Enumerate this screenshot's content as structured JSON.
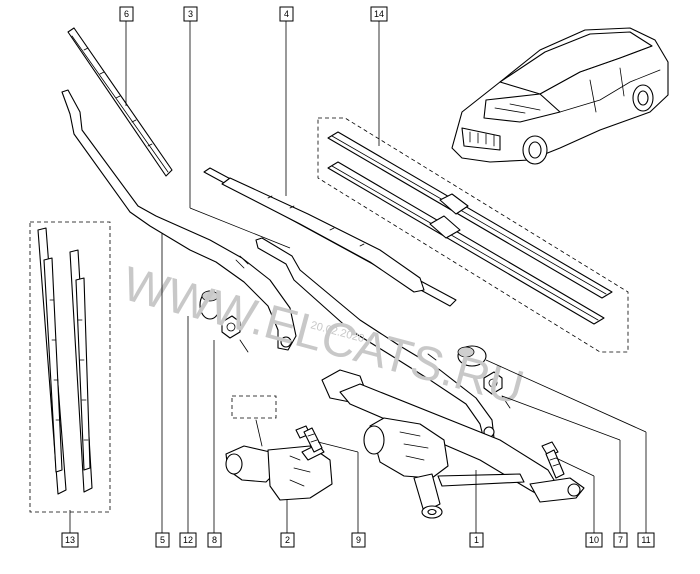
{
  "watermark": {
    "site": "WWW.ELCATS.RU",
    "date": "20.02.2020"
  },
  "callouts": {
    "top": [
      "6",
      "3",
      "4",
      "14"
    ],
    "bottom": [
      "13",
      "5",
      "12",
      "8",
      "2",
      "9",
      "1",
      "10",
      "7",
      "11"
    ]
  },
  "colors": {
    "line": "#000000",
    "watermark": "#c8c8c8",
    "background": "#ffffff"
  }
}
